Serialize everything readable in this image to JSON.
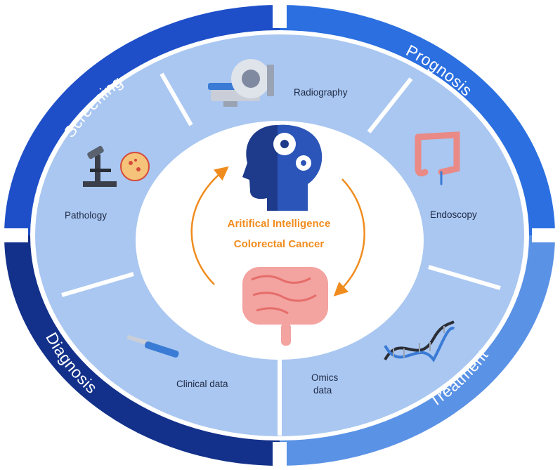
{
  "center": {
    "line1": "Aritifical Intelligence",
    "line2": "Colorectal Cancer"
  },
  "outer_ring": {
    "screening": "Screening",
    "prognosis": "Prognosis",
    "diagnosis": "Diagnosis",
    "treatment": "Treatment"
  },
  "data_sources": {
    "radiography": "Radiography",
    "endoscopy": "Endoscopy",
    "pathology": "Pathology",
    "clinical_data": "Clinical data",
    "omics_line1": "Omics",
    "omics_line2": "data"
  },
  "colors": {
    "screening": "#1e4fc8",
    "prognosis": "#2b6fe0",
    "diagnosis": "#13318a",
    "treatment": "#5a92e6",
    "inner_ring": "#a9c7f1",
    "arrows": "#f08c1e",
    "center_text": "#f08c1e"
  },
  "icons": {
    "radiography": "ct-scanner-icon",
    "endoscopy": "colon-endoscope-icon",
    "pathology": "microscope-icon",
    "clinical_data": "scalpel-icon",
    "omics": "dna-helix-icon",
    "ai": "brain-gears-head-icon",
    "organ": "intestine-icon"
  }
}
